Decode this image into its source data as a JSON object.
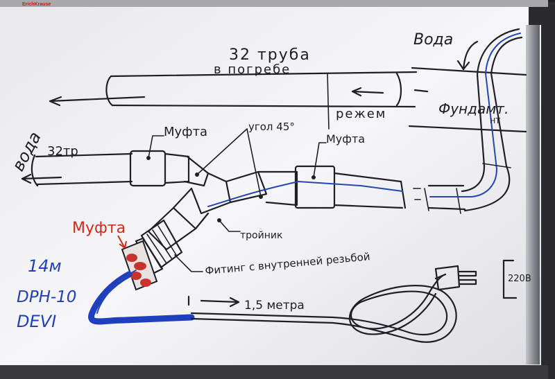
{
  "board": {
    "brand": "ErichKrause",
    "colors": {
      "board": "#f4f4f6",
      "ink": "#1e1e26",
      "red_ink": "#d02a1e",
      "blue_ink": "#2040b8",
      "frame": "#9ea1a6"
    }
  },
  "labels": {
    "water_top": "Вода",
    "pipe_title_line1": "32 труба",
    "pipe_title_line2": "в погребе",
    "cut": "режем",
    "foundation": "Фундамт.",
    "foundation_sub": "НТ",
    "water_left": "вода",
    "pipe_32": "32тр",
    "coupling_1": "Муфта",
    "elbow": "угол 45°",
    "coupling_2": "Муфта",
    "tee": "тройник",
    "coupling_red": "Муфта",
    "fitting": "Фитинг с внутренней резьбой",
    "length_distance": "1,5 метра",
    "voltage": "220В",
    "cable_length": "14м",
    "cable_model": "DPH-10",
    "cable_brand": "DEVI"
  }
}
